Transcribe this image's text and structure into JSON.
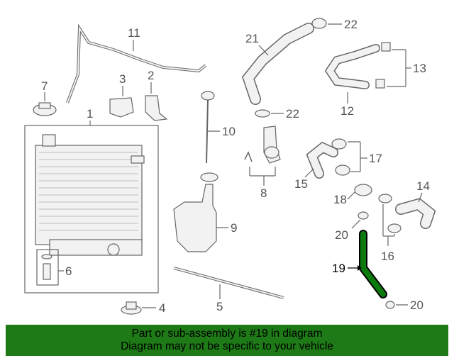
{
  "diagram": {
    "callouts": [
      "1",
      "2",
      "3",
      "4",
      "5",
      "6",
      "7",
      "8",
      "9",
      "10",
      "11",
      "12",
      "13",
      "14",
      "15",
      "16",
      "17",
      "18",
      "19",
      "20",
      "20",
      "21",
      "22",
      "22"
    ],
    "highlight_part": "19",
    "highlight_color": "#0d7a0d"
  },
  "banner": {
    "line1": "Part or sub-assembly is #19 in diagram",
    "line2": "Diagram may not be specific to your vehicle",
    "background": "#1e7a16"
  }
}
